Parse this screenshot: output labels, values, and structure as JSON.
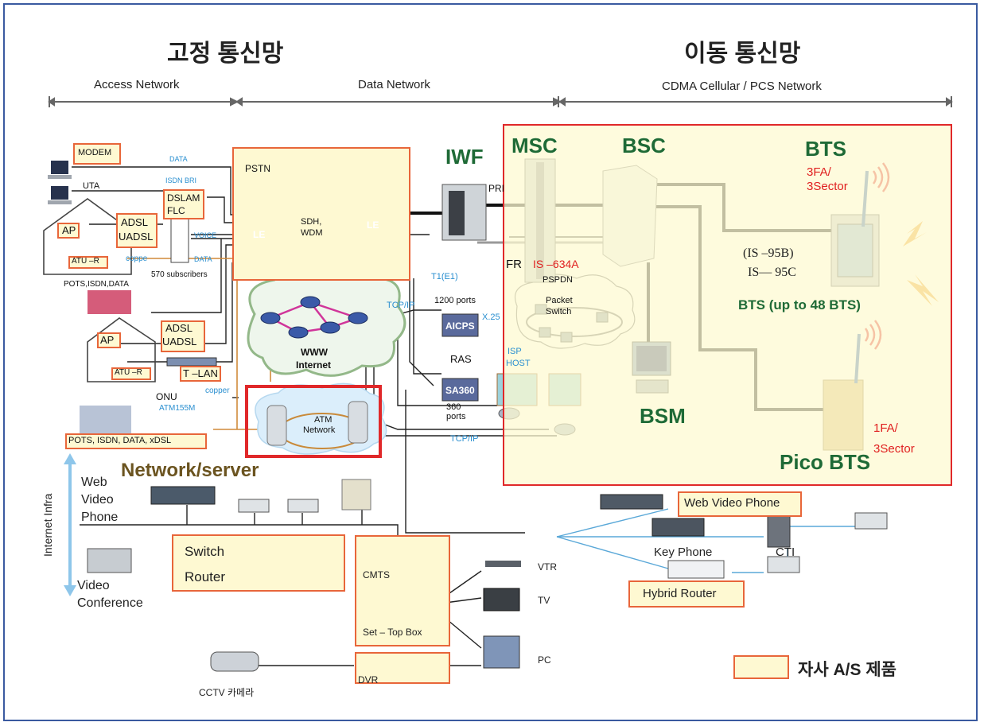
{
  "titles": {
    "fixed": "고정 통신망",
    "mobile": "이동 통신망"
  },
  "sections": {
    "access": "Access Network",
    "data": "Data Network",
    "cdma": "CDMA Cellular / PCS Network"
  },
  "access": {
    "modem": "MODEM",
    "uta": "UTA",
    "dslam": "DSLAM",
    "flc": "FLC",
    "adsl1": "ADSL",
    "uadsl1": "UADSL",
    "ap1": "AP",
    "atu1": "ATU –R",
    "coppe": "coppe",
    "subscribers": "570 subscribers",
    "pots_isdn_data": "POTS,ISDN,DATA",
    "adsl2": "ADSL",
    "uadsl2": "UADSL",
    "ap2": "AP",
    "atu2": "ATU –R",
    "tlan": "T –LAN",
    "onu": "ONU",
    "copper": "copper",
    "atm155m": "ATM155M",
    "pots_box": "POTS, ISDN, DATA, xDSL",
    "data1": "DATA",
    "isdn_bri": "ISDN BRI",
    "voice": "VOICE",
    "data2": "DATA"
  },
  "network": {
    "pstn": "PSTN",
    "le1": "LE",
    "le2": "LE",
    "sdh": "SDH,",
    "wdm": "WDM",
    "www": "WWW",
    "internet": "Internet",
    "atm1": "ATM",
    "atm2": "Network",
    "iwf": "IWF",
    "pri": "PRI",
    "t1": "T1(E1)",
    "tcpip1": "TCP/IP",
    "ports1200": "1200 ports",
    "aicps": "AICPS",
    "x25": "X.25",
    "ras": "RAS",
    "sa360": "SA360",
    "ports360a": "360",
    "ports360b": "ports",
    "isp1": "ISP",
    "isp2": "HOST",
    "tcpip2": "TCP/IP",
    "fr": "FR",
    "is634a": "IS –634A",
    "pspdn": "PSPDN",
    "packet1": "Packet",
    "packet2": "Switch"
  },
  "cdma": {
    "msc": "MSC",
    "bsc": "BSC",
    "bts": "BTS",
    "fa3": "3FA/",
    "sector3": "3Sector",
    "is95b": "(IS –95B)",
    "is95c": "IS— 95C",
    "bts_up": "BTS (up to 48 BTS)",
    "bsm": "BSM",
    "pico": "Pico BTS",
    "fa1": "1FA/",
    "sector1": "3Sector"
  },
  "bottom": {
    "netserver": "Network/server",
    "infra": "Internet Infra",
    "web1": "Web",
    "web2": "Video",
    "web3": "Phone",
    "vc1": "Video",
    "vc2": "Conference",
    "switch": "Switch",
    "router": "Router",
    "cmts": "CMTS",
    "stb": "Set – Top Box",
    "vtr": "VTR",
    "tv": "TV",
    "pc": "PC",
    "dvr": "DVR",
    "cctv": "CCTV 카메라",
    "webvp": "Web Video Phone",
    "keyphone": "Key Phone",
    "cti": "CTI",
    "hybrid": "Hybrid Router",
    "legend": "자사 A/S 제품"
  },
  "colors": {
    "frame": "#3a5aa0",
    "highlight_fill": "#fef9d2",
    "highlight_border": "#e8663a",
    "cdma_border": "#e0282a",
    "label_green": "#1e6a36",
    "label_blue": "#2a8fd0"
  }
}
